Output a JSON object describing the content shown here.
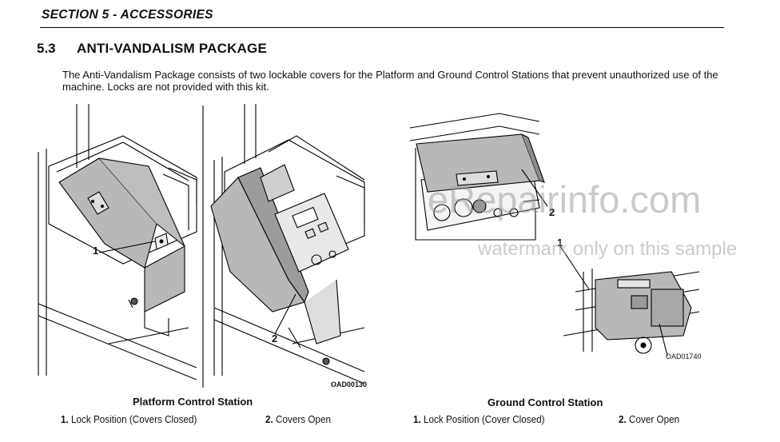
{
  "header": {
    "title": "SECTION 5 - ACCESSORIES"
  },
  "section": {
    "number": "5.3",
    "title": "ANTI-VANDALISM PACKAGE"
  },
  "intro_text": "The Anti-Vandalism Package consists of two lockable covers for the Platform and Ground Control Stations that prevent unauthorized use of the machine. Locks are not provided with this kit.",
  "figures": {
    "platform": {
      "title": "Platform Control Station",
      "code": "OAD00130",
      "callout_1": "1",
      "callout_2": "2",
      "items": [
        {
          "num": "1.",
          "label": "Lock Position (Covers Closed)"
        },
        {
          "num": "2.",
          "label": "Covers Open"
        }
      ]
    },
    "ground": {
      "title": "Ground Control Station",
      "code": "OAD01740",
      "callout_1": "1",
      "callout_2": "2",
      "items": [
        {
          "num": "1.",
          "label": "Lock Position (Cover Closed)"
        },
        {
          "num": "2.",
          "label": "Cover Open"
        }
      ]
    }
  },
  "watermark": {
    "site": "eRepairinfo.com",
    "note": "watermark only on this sample"
  }
}
